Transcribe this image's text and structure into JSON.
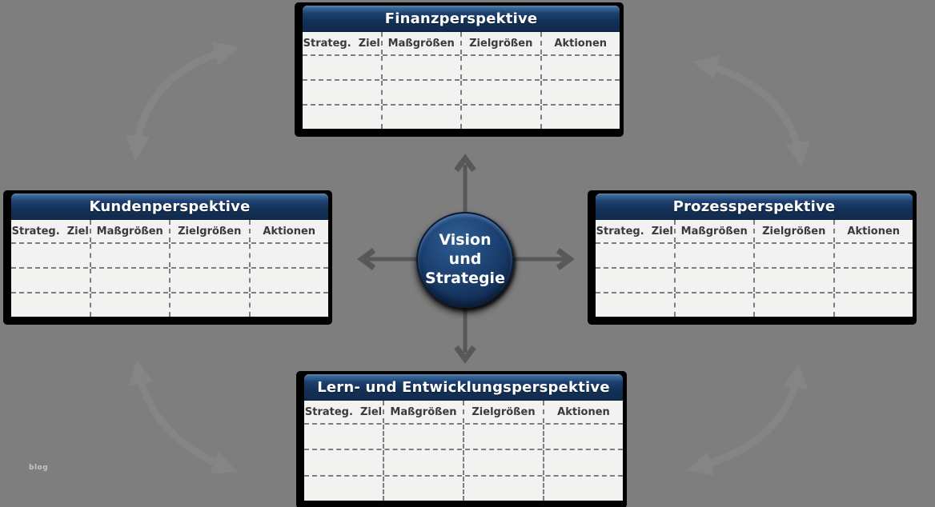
{
  "diagram": {
    "type": "balanced-scorecard-cycle",
    "background_color": "#7e7e7e"
  },
  "colors": {
    "header_navy": "#12315a",
    "header_highlight": "#6189b2",
    "table_background": "#f2f2f1",
    "dashed_grid": "#7e7e7e",
    "cross_arrow_gray": "#58585a",
    "faint_cycle_arrow": "#8f8f8f",
    "panel_shadow": "#000000",
    "title_text": "#ffffff",
    "column_header_text": "#3a3a3a"
  },
  "center_node": {
    "line1": "Vision",
    "line2": "und",
    "line3": "Strategie"
  },
  "column_headers": [
    "Strateg.  Ziel",
    "Maßgrößen",
    "Zielgrößen",
    "Aktionen"
  ],
  "rows_per_table": 3,
  "panels": [
    {
      "title": "Finanzperspektive"
    },
    {
      "title": "Kundenperspektive"
    },
    {
      "title": "Prozessperspektive"
    },
    {
      "title": "Lern- und Entwicklungsperspektive"
    }
  ],
  "watermark": "blog"
}
